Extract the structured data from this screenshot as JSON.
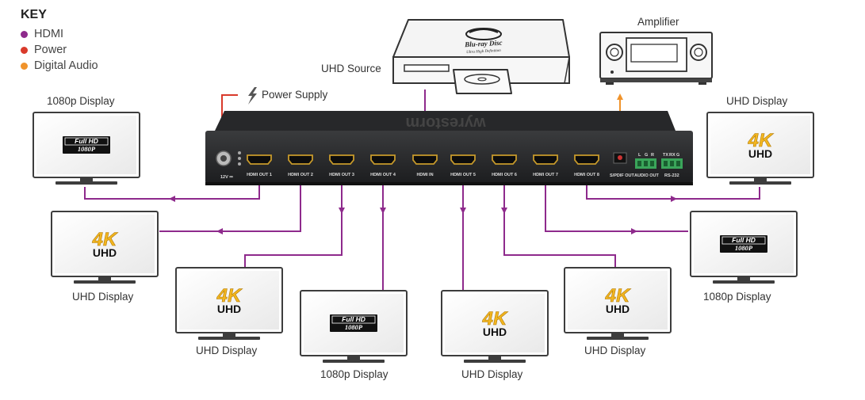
{
  "key": {
    "title": "KEY",
    "items": [
      {
        "label": "HDMI",
        "color": "#8e2a8c"
      },
      {
        "label": "Power",
        "color": "#d93a2b"
      },
      {
        "label": "Digital Audio",
        "color": "#f0932b"
      }
    ]
  },
  "labels": {
    "uhd_source": "UHD Source",
    "amplifier": "Amplifier",
    "power_supply": "Power Supply",
    "top_left_display": "1080p Display",
    "top_right_display": "UHD Display",
    "d1": "UHD Display",
    "d2": "UHD Display",
    "d3": "1080p Display",
    "d4": "UHD Display",
    "d5": "UHD Display",
    "d6": "1080p Display"
  },
  "device": {
    "brand": "wyrestorm",
    "power_port": "12V ⎓",
    "ports": [
      "HDMI OUT 1",
      "HDMI OUT 2",
      "HDMI OUT 3",
      "HDMI OUT 4",
      "HDMI IN",
      "HDMI OUT 5",
      "HDMI OUT 6",
      "HDMI OUT 7",
      "HDMI OUT 8"
    ],
    "spdif": "S/PDIF OUT",
    "audio_out": "AUDIO OUT",
    "audio_pins": [
      "L",
      "G",
      "R"
    ],
    "rs232": "RS-232",
    "rs232_pins": [
      "TX",
      "RX",
      "G"
    ]
  },
  "badges": {
    "fullhd_top": "Full HD",
    "fullhd_bottom": "1080P",
    "uhd_top": "4K",
    "uhd_bottom": "UHD"
  },
  "bluray": {
    "line1": "Blu-ray Disc",
    "line2": "Ultra High Definition"
  }
}
